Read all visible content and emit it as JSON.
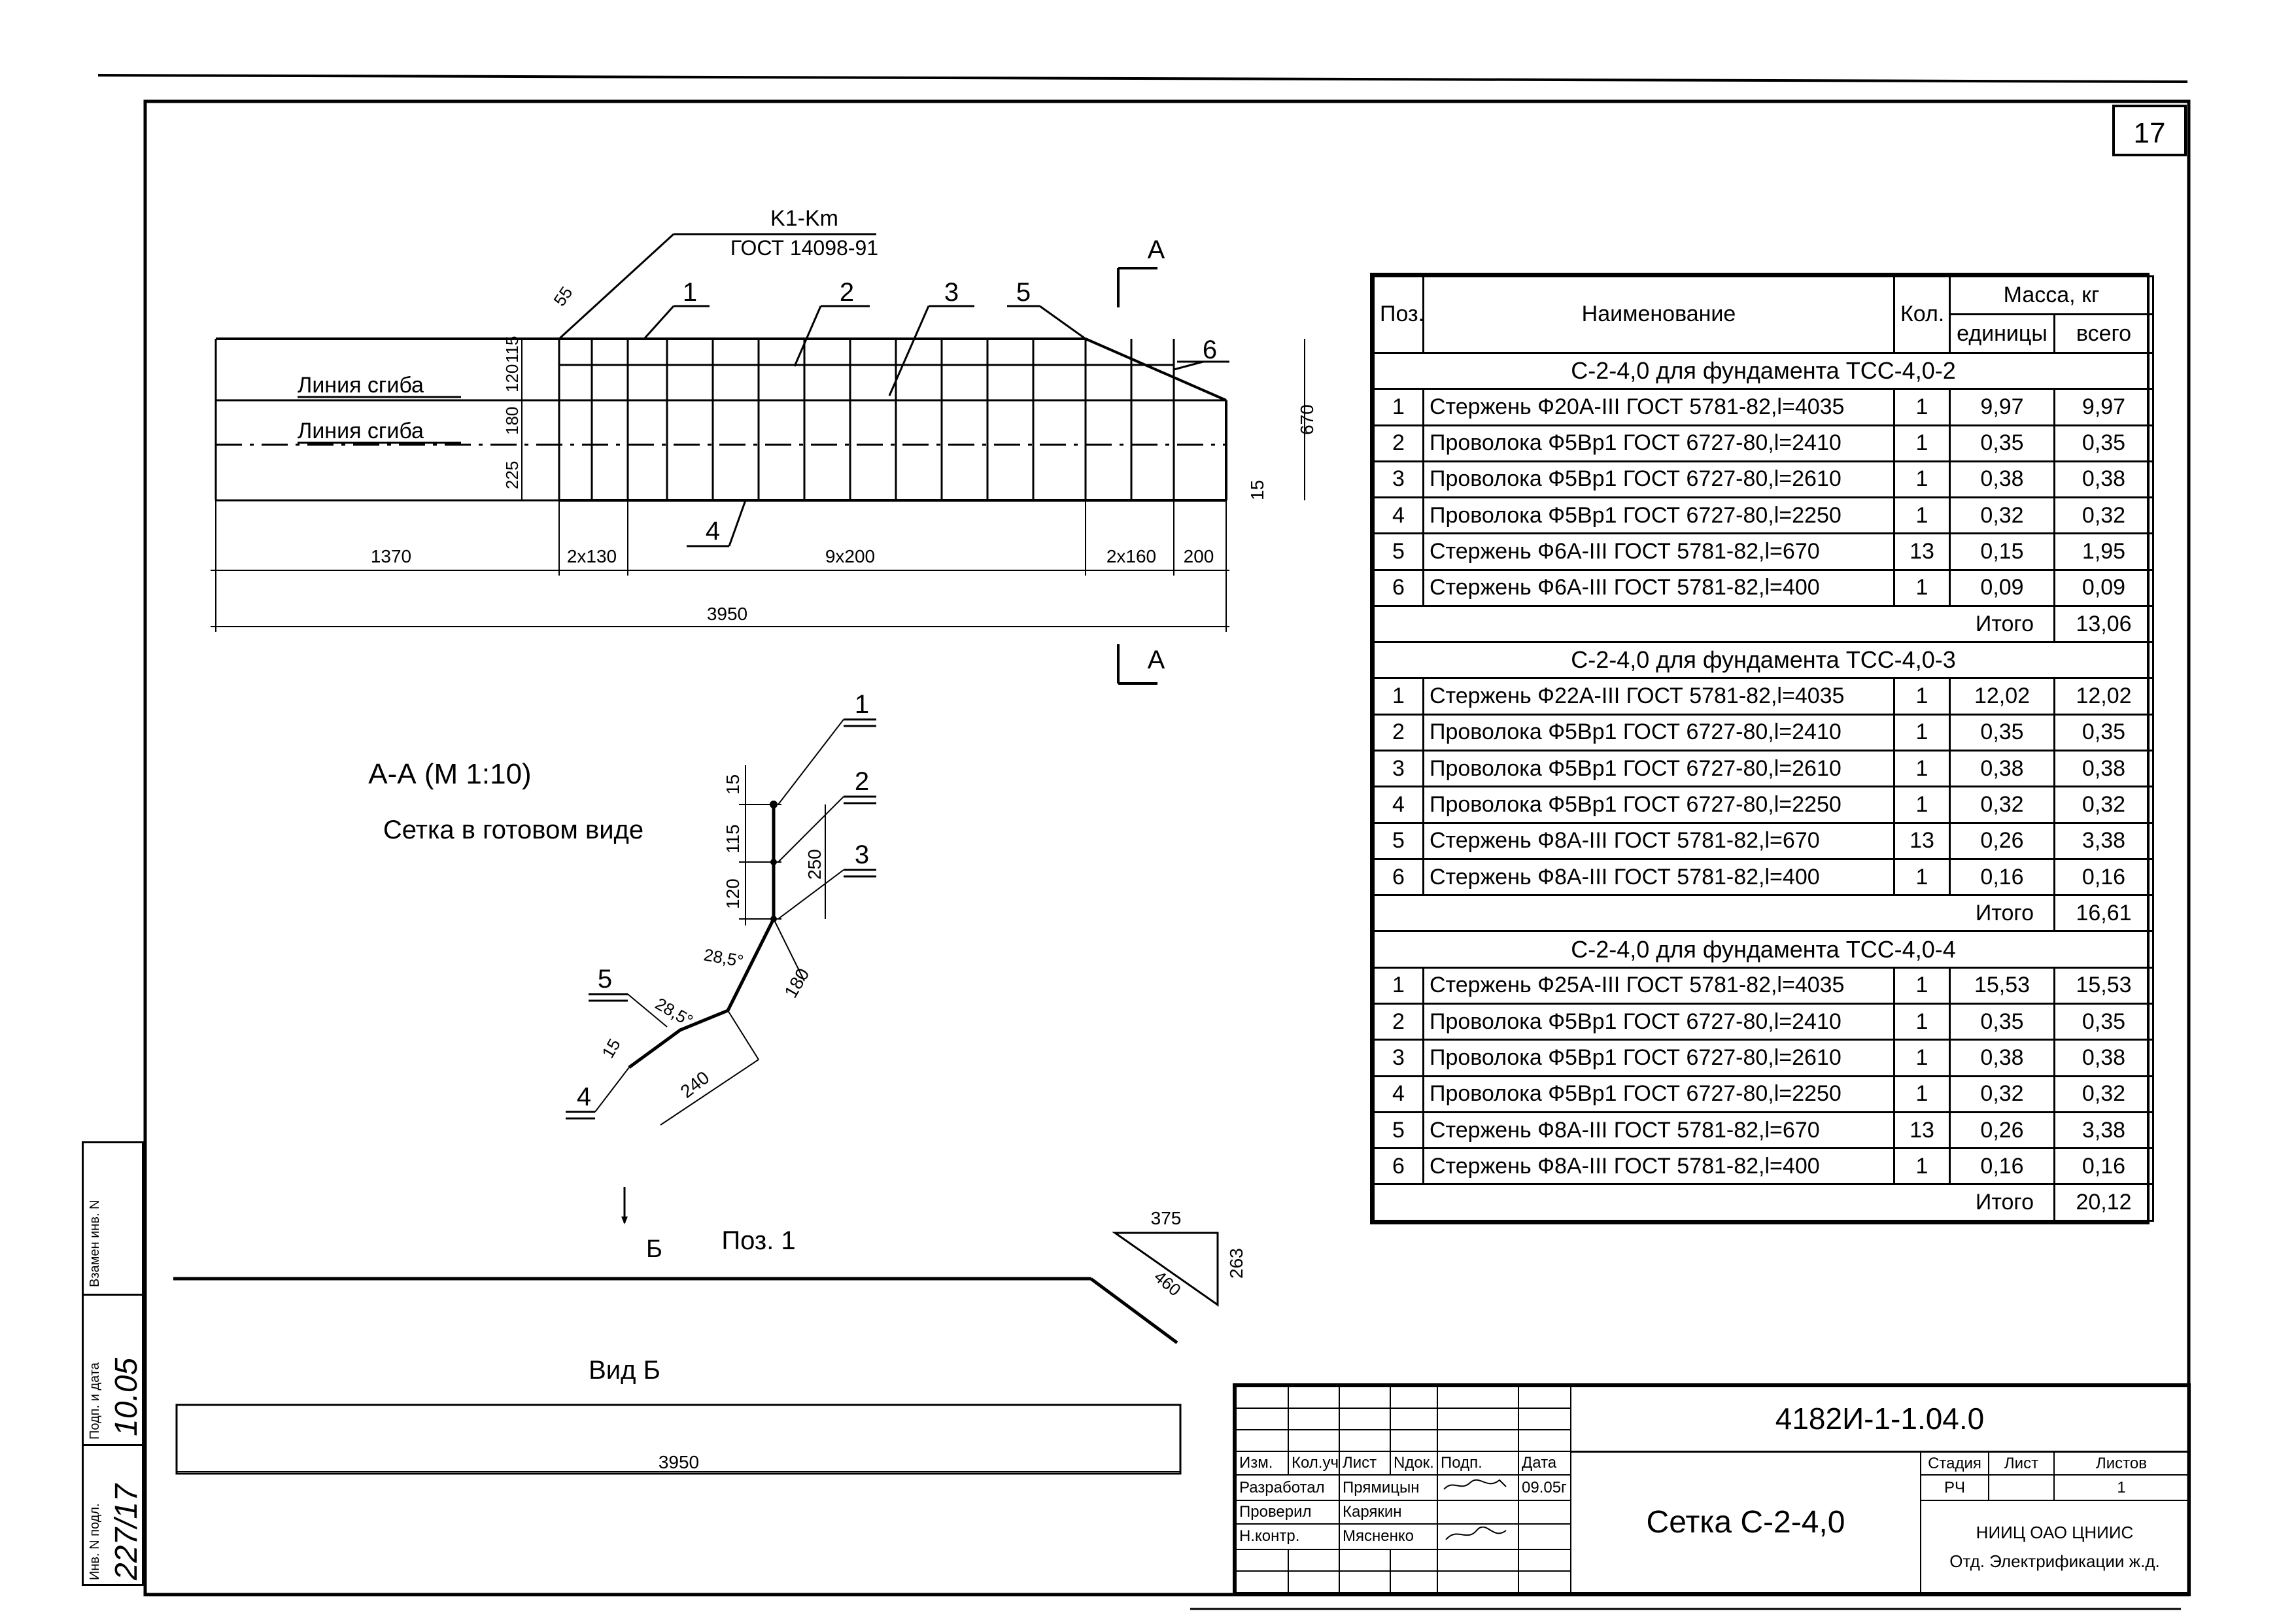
{
  "page_number": "17",
  "plan": {
    "weld_label": "K1-Km",
    "weld_standard": "ГОСТ 14098-91",
    "angle_55": "55",
    "bend_line_1": "Линия сгиба",
    "bend_line_2": "Линия сгиба",
    "callouts": [
      "1",
      "2",
      "3",
      "5",
      "6",
      "4"
    ],
    "section_marker": "A",
    "vdims": [
      "115",
      "120",
      "180",
      "225"
    ],
    "height_670": "670",
    "dim_15": "15",
    "hdims": [
      "1370",
      "2x130",
      "9x200",
      "2x160",
      "200"
    ],
    "total": "3950"
  },
  "section": {
    "title": "А-А (М 1:10)",
    "subtitle": "Сетка в готовом виде",
    "callouts": [
      "1",
      "2",
      "3",
      "5",
      "4"
    ],
    "dims": [
      "15",
      "115",
      "120",
      "250",
      "28,5°",
      "180",
      "28,5°",
      "15",
      "240"
    ]
  },
  "pos1": {
    "marker": "Б",
    "title": "Поз. 1",
    "tri_375": "375",
    "tri_263": "263",
    "tri_460": "460",
    "view_title": "Вид Б",
    "view_len": "3950"
  },
  "spec": {
    "headers": {
      "pos": "Поз.",
      "name": "Наименование",
      "qty": "Кол.",
      "mass": "Масса, кг",
      "unit": "единицы",
      "total": "всего"
    },
    "total_label": "Итого",
    "groups": [
      {
        "title": "С-2-4,0 для фундамента ТСС-4,0-2",
        "rows": [
          [
            "1",
            "Стержень Ф20А-III ГОСТ 5781-82,l=4035",
            "1",
            "9,97",
            "9,97"
          ],
          [
            "2",
            "Проволока Ф5Вр1 ГОСТ 6727-80,l=2410",
            "1",
            "0,35",
            "0,35"
          ],
          [
            "3",
            "Проволока Ф5Вр1 ГОСТ 6727-80,l=2610",
            "1",
            "0,38",
            "0,38"
          ],
          [
            "4",
            "Проволока Ф5Вр1 ГОСТ 6727-80,l=2250",
            "1",
            "0,32",
            "0,32"
          ],
          [
            "5",
            "Стержень Ф6А-III ГОСТ 5781-82,l=670",
            "13",
            "0,15",
            "1,95"
          ],
          [
            "6",
            "Стержень Ф6А-III ГОСТ 5781-82,l=400",
            "1",
            "0,09",
            "0,09"
          ]
        ],
        "total": "13,06"
      },
      {
        "title": "С-2-4,0 для фундамента ТСС-4,0-3",
        "rows": [
          [
            "1",
            "Стержень Ф22А-III ГОСТ 5781-82,l=4035",
            "1",
            "12,02",
            "12,02"
          ],
          [
            "2",
            "Проволока Ф5Вр1 ГОСТ 6727-80,l=2410",
            "1",
            "0,35",
            "0,35"
          ],
          [
            "3",
            "Проволока Ф5Вр1 ГОСТ 6727-80,l=2610",
            "1",
            "0,38",
            "0,38"
          ],
          [
            "4",
            "Проволока Ф5Вр1 ГОСТ 6727-80,l=2250",
            "1",
            "0,32",
            "0,32"
          ],
          [
            "5",
            "Стержень Ф8А-III ГОСТ 5781-82,l=670",
            "13",
            "0,26",
            "3,38"
          ],
          [
            "6",
            "Стержень Ф8А-III ГОСТ 5781-82,l=400",
            "1",
            "0,16",
            "0,16"
          ]
        ],
        "total": "16,61"
      },
      {
        "title": "С-2-4,0 для фундамента ТСС-4,0-4",
        "rows": [
          [
            "1",
            "Стержень Ф25А-III ГОСТ 5781-82,l=4035",
            "1",
            "15,53",
            "15,53"
          ],
          [
            "2",
            "Проволока Ф5Вр1 ГОСТ 6727-80,l=2410",
            "1",
            "0,35",
            "0,35"
          ],
          [
            "3",
            "Проволока Ф5Вр1 ГОСТ 6727-80,l=2610",
            "1",
            "0,38",
            "0,38"
          ],
          [
            "4",
            "Проволока Ф5Вр1 ГОСТ 6727-80,l=2250",
            "1",
            "0,32",
            "0,32"
          ],
          [
            "5",
            "Стержень Ф8А-III ГОСТ 5781-82,l=670",
            "13",
            "0,26",
            "3,38"
          ],
          [
            "6",
            "Стержень Ф8А-III ГОСТ 5781-82,l=400",
            "1",
            "0,16",
            "0,16"
          ]
        ],
        "total": "20,12"
      }
    ]
  },
  "stamp": {
    "doc_code": "4182И-1-1.04.0",
    "title": "Сетка С-2-4,0",
    "col_headers": [
      "Изм.",
      "Кол.уч.",
      "Лист",
      "Nдок.",
      "Подп.",
      "Дата"
    ],
    "developed": "Разработал",
    "developed_name": "Прямицын",
    "date": "09.05г",
    "checked": "Проверил",
    "checked_name": "Карякин",
    "norm": "Н.контр.",
    "norm_name": "Мясненко",
    "stage_label": "Стадия",
    "sheet_label": "Лист",
    "sheets_label": "Листов",
    "stage": "РЧ",
    "sheets": "1",
    "org": "ОАО ЦНИИС",
    "org_logo": "НИИЦ",
    "dept": "Отд. Электрификации ж.д."
  },
  "side_stamp": {
    "inv_orig": "Инв. N подл.",
    "sign_date": "Подп. и дата",
    "replace_inv": "Взамен инв. N",
    "inv_value": "227/17",
    "sign_value": "10.05"
  }
}
